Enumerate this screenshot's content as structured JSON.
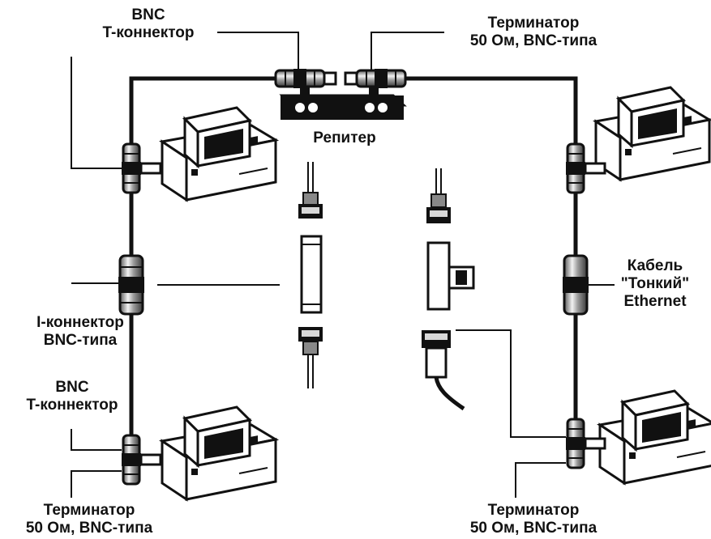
{
  "labels": {
    "bnc_t_top": {
      "line1": "BNC",
      "line2": "T-коннектор"
    },
    "terminator_top": {
      "line1": "Терминатор",
      "line2": "50 Ом, BNC-типа"
    },
    "repeater": "Репитер",
    "cable": {
      "line1": "Кабель",
      "line2": "\"Тонкий\"",
      "line3": "Ethernet"
    },
    "i_connector": {
      "line1": "I-коннектор",
      "line2": "BNC-типа"
    },
    "bnc_t_bottom": {
      "line1": "BNC",
      "line2": "T-коннектор"
    },
    "terminator_bottom_left": {
      "line1": "Терминатор",
      "line2": "50 Ом, BNC-типа"
    },
    "terminator_bottom_right": {
      "line1": "Терминатор",
      "line2": "50 Ом, BNC-типа"
    }
  },
  "colors": {
    "ink": "#111111",
    "paper": "#ffffff",
    "shade": "#8a8a8a",
    "light": "#d8d8d8"
  }
}
